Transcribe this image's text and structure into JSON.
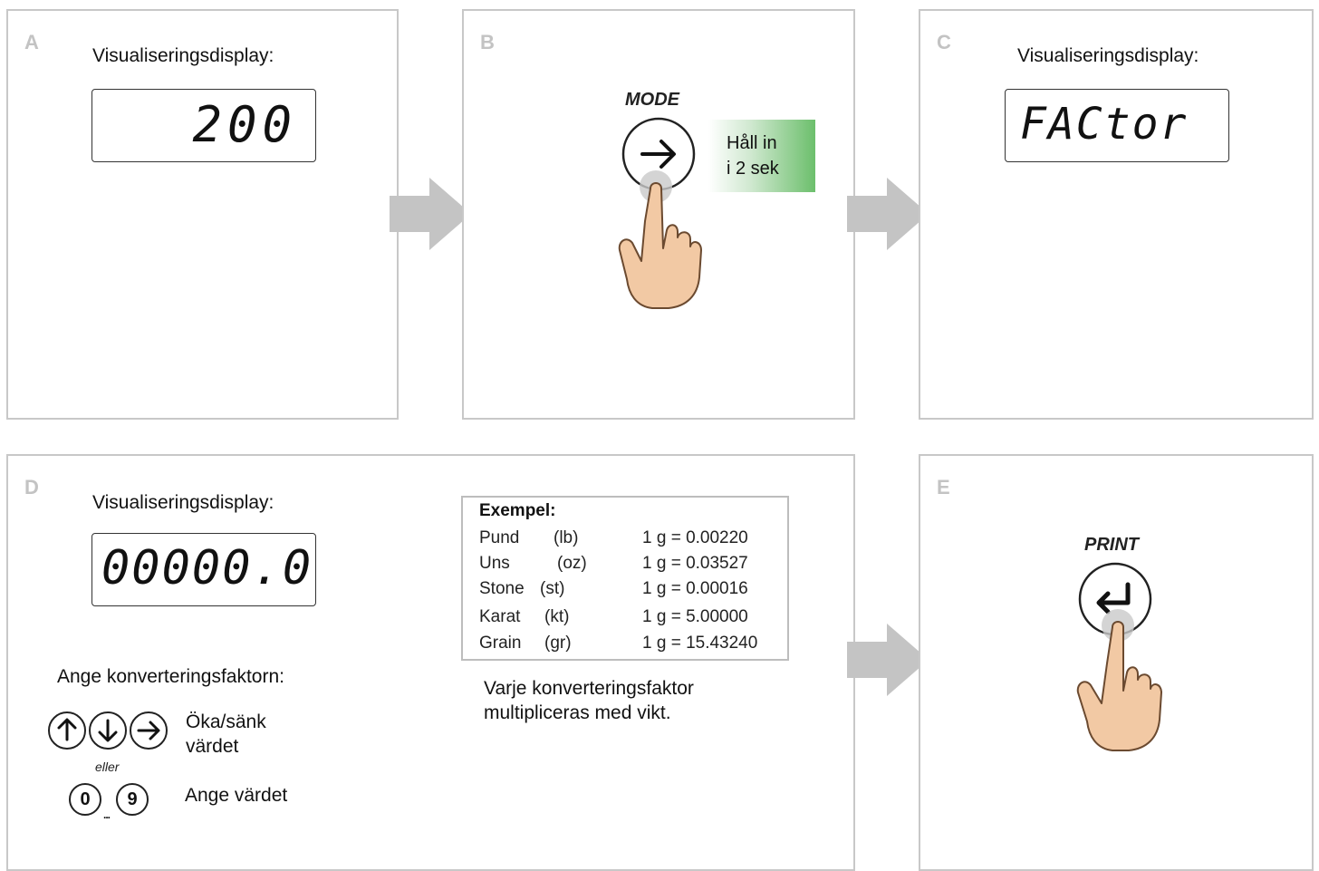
{
  "panels": {
    "a": {
      "letter": "A",
      "caption": "Visualiseringsdisplay:",
      "display": "200"
    },
    "b": {
      "letter": "B",
      "key_label": "MODE",
      "hold_text_1": "Håll in",
      "hold_text_2": "i 2 sek"
    },
    "c": {
      "letter": "C",
      "caption": "Visualiseringsdisplay:",
      "display": "FACtor"
    },
    "d": {
      "letter": "D",
      "caption": "Visualiseringsdisplay:",
      "display": "00000.0",
      "instruction": "Ange konverteringsfaktorn:",
      "arrows_text_1": "Öka/sänk",
      "arrows_text_2": "värdet",
      "or_text": "eller",
      "digit_key_0": "0",
      "digit_key_9": "9",
      "digits_ellipsis": "...",
      "digits_text": "Ange värdet",
      "example": {
        "title": "Exempel:",
        "rows": [
          {
            "name": "Pund",
            "unit": "(lb)",
            "value": "1 g = 0.00220"
          },
          {
            "name": "Uns",
            "unit": "(oz)",
            "value": "1 g = 0.03527"
          },
          {
            "name": "Stone",
            "unit": "(st)",
            "value": "1 g = 0.00016"
          },
          {
            "name": "Karat",
            "unit": "(kt)",
            "value": "1 g = 5.00000"
          },
          {
            "name": "Grain",
            "unit": "(gr)",
            "value": "1 g = 15.43240"
          }
        ]
      },
      "note_1": "Varje konverteringsfaktor",
      "note_2": "multipliceras med vikt."
    },
    "e": {
      "letter": "E",
      "key_label": "PRINT"
    }
  },
  "colors": {
    "panel_border": "#c8c8c8",
    "arrow": "#c4c4c4",
    "hold_green": "#6cbf6c",
    "hand": "#f2c9a4",
    "press": "#c9c9c9"
  },
  "icons": [
    "right-arrow-icon",
    "up-arrow-icon",
    "down-arrow-icon",
    "enter-arrow-icon",
    "hand-icon"
  ]
}
